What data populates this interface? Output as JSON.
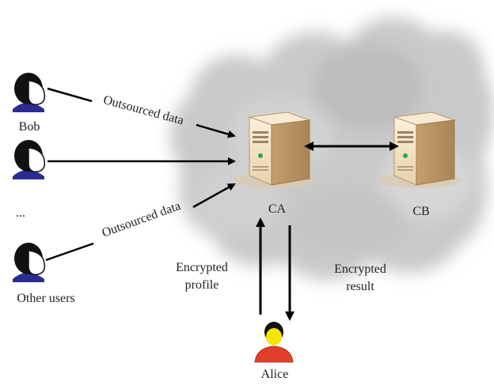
{
  "users": {
    "bob": {
      "label": "Bob",
      "icon": "user-icon"
    },
    "middle_user": {
      "icon": "user-icon"
    },
    "ellipsis": "...",
    "other": {
      "label": "Other users",
      "icon": "user-icon"
    },
    "alice": {
      "label": "Alice",
      "icon": "user-icon"
    }
  },
  "edges": {
    "top_label": "Outsourced data",
    "bottom_label": "Outsourced data",
    "up_label_line1": "Encrypted",
    "up_label_line2": "profile",
    "down_label_line1": "Encrypted",
    "down_label_line2": "result"
  },
  "servers": {
    "ca": {
      "label": "CA",
      "icon": "server-icon"
    },
    "cb": {
      "label": "CB",
      "icon": "server-icon"
    }
  },
  "cloud": {
    "icon": "cloud-icon"
  },
  "colors": {
    "cloud": "#c8c8c8",
    "server_body": "#f0e2c4",
    "server_side": "#c9aa7e",
    "user_shirt": "#2b2c92",
    "alice_shirt": "#e0402a",
    "alice_face": "#f5e400",
    "hair": "#111111"
  }
}
